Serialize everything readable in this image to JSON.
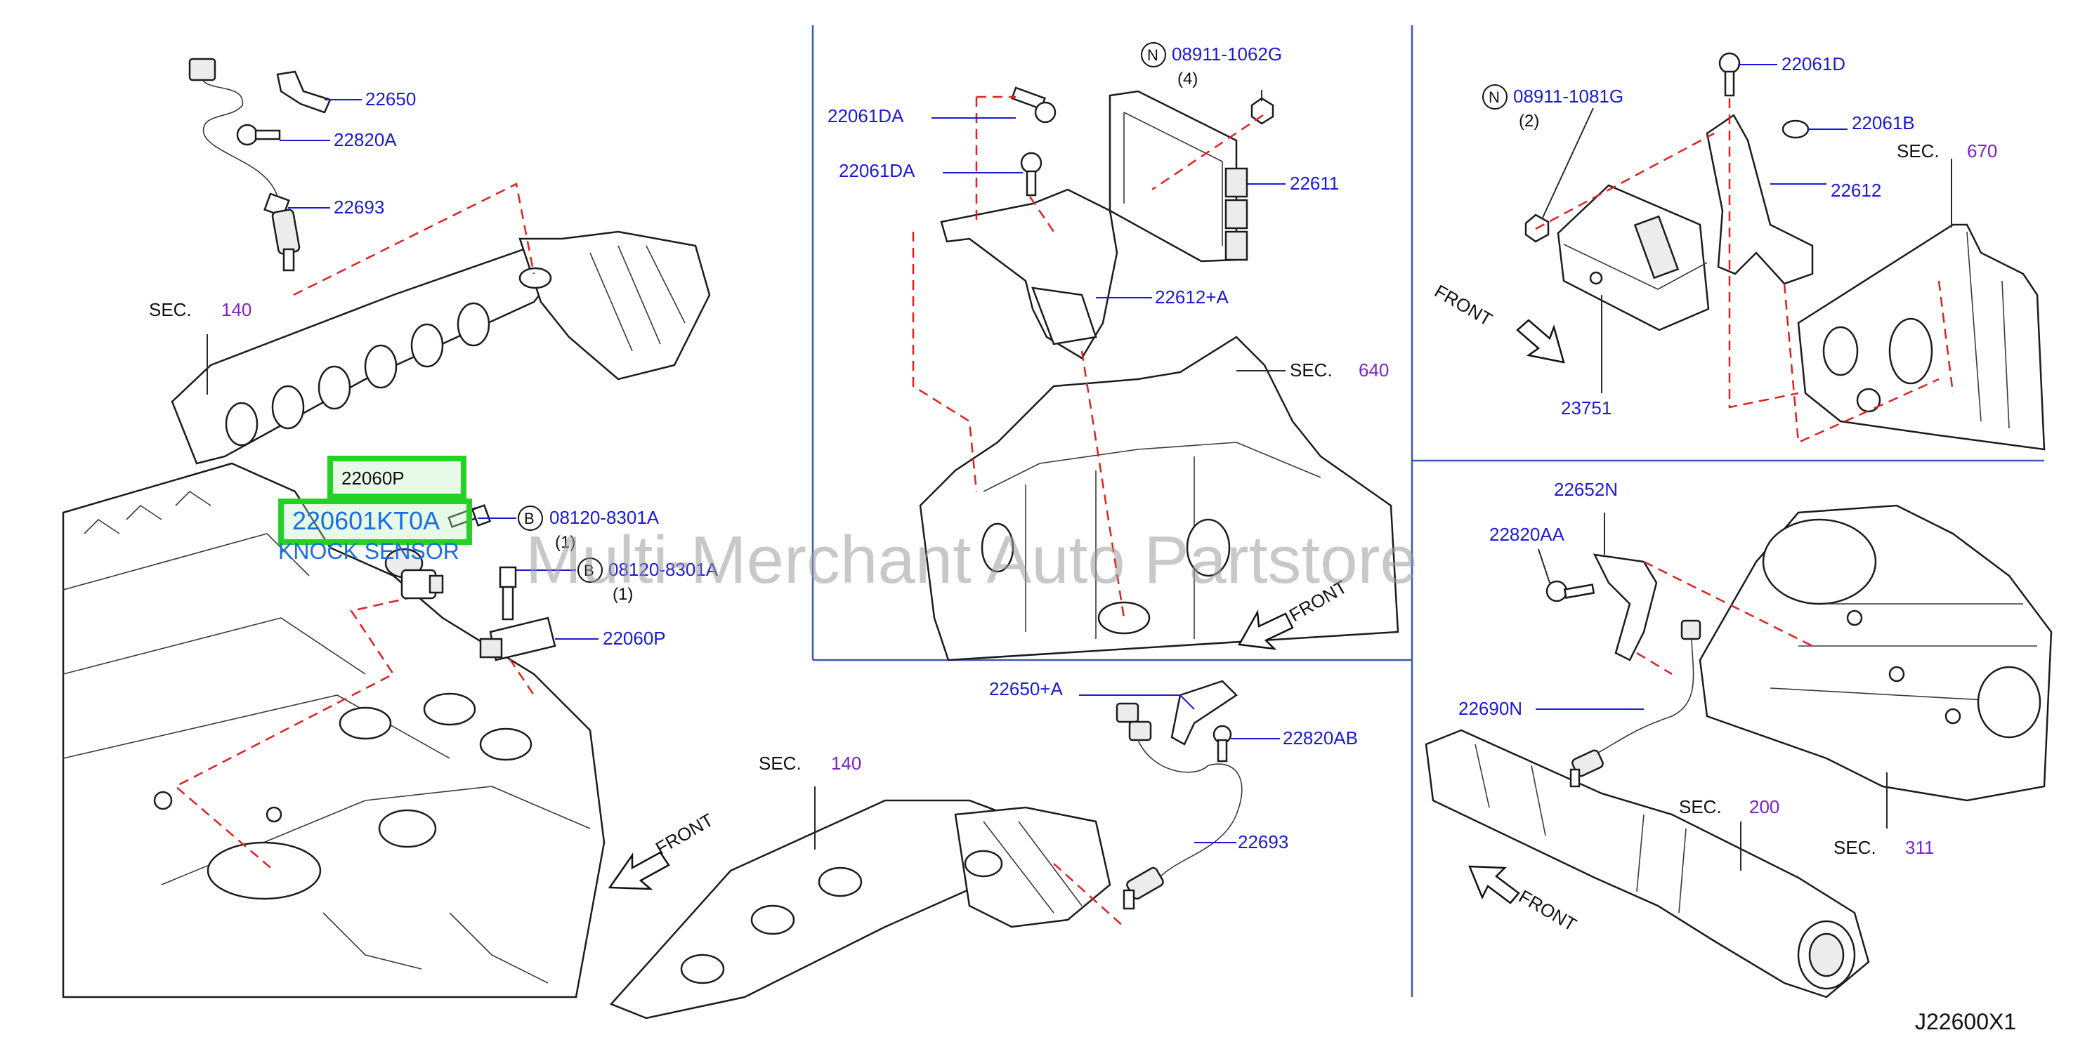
{
  "diagram_code": "J22600X1",
  "watermark": "Multi-Merchant Auto Partstore",
  "highlight": {
    "top_label": "22060P",
    "main_label": "220601KT0A",
    "sub_label": "KNOCK SENSOR"
  },
  "labels": {
    "p22650": "22650",
    "p22820A": "22820A",
    "p22693_top": "22693",
    "sec140_top": "SEC.",
    "sec140_top_num": "140",
    "b1_code": "08120-8301A",
    "b1_qty": "(1)",
    "b2_code": "08120-8301A",
    "b2_qty": "(1)",
    "b_letter": "B",
    "p22060P_low": "22060P",
    "n1_code": "08911-1062G",
    "n1_qty": "(4)",
    "n_letter": "N",
    "p22061DA_a": "22061DA",
    "p22061DA_b": "22061DA",
    "p22611": "22611",
    "p22612A": "22612+A",
    "sec640": "SEC.",
    "sec640_num": "640",
    "front_mid": "FRONT",
    "n2_code": "08911-1081G",
    "n2_qty": "(2)",
    "p22061D": "22061D",
    "p22061B": "22061B",
    "sec670": "SEC.",
    "sec670_num": "670",
    "p22612": "22612",
    "front_tr": "FRONT",
    "p23751": "23751",
    "p22650A": "22650+A",
    "p22820AB": "22820AB",
    "p22693_bot": "22693",
    "sec140_bot": "SEC.",
    "sec140_bot_num": "140",
    "front_left": "FRONT",
    "p22652N": "22652N",
    "p22820AA": "22820AA",
    "p22690N": "22690N",
    "sec200": "SEC.",
    "sec200_num": "200",
    "sec311": "SEC.",
    "sec311_num": "311",
    "front_br": "FRONT"
  },
  "colors": {
    "part_number": "#1a1ad6",
    "section_number": "#7a22c8",
    "highlight": "#26d126",
    "knock_sensor_text": "#1a6ee0",
    "leader_dash": "#e02020"
  }
}
